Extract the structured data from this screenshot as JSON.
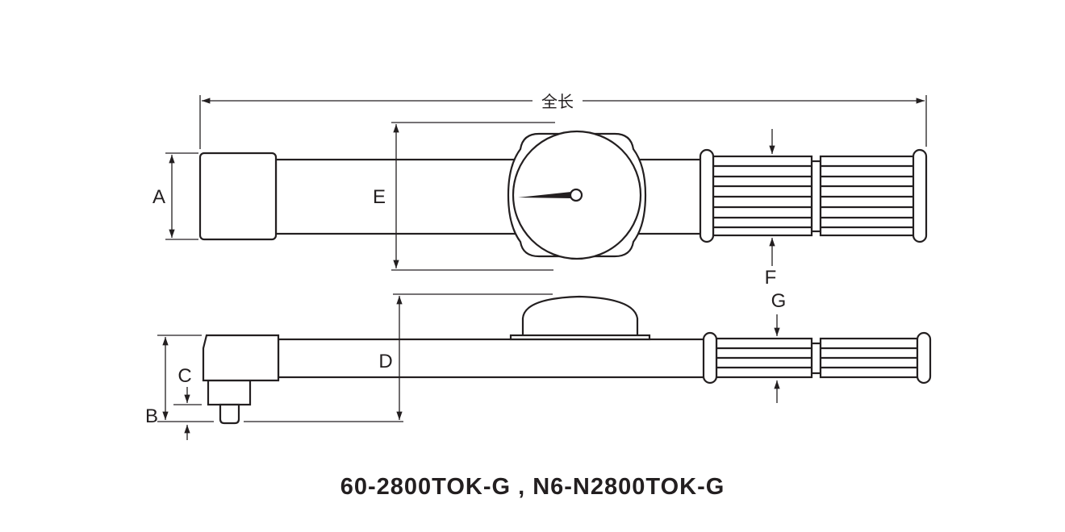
{
  "dimensions": {
    "overall_length": "全长",
    "A": "A",
    "B": "B",
    "C": "C",
    "D": "D",
    "E": "E",
    "F": "F",
    "G": "G"
  },
  "title": "60-2800TOK-G , N6-N2800TOK-G",
  "colors": {
    "line": "#231f20",
    "background": "#ffffff"
  }
}
